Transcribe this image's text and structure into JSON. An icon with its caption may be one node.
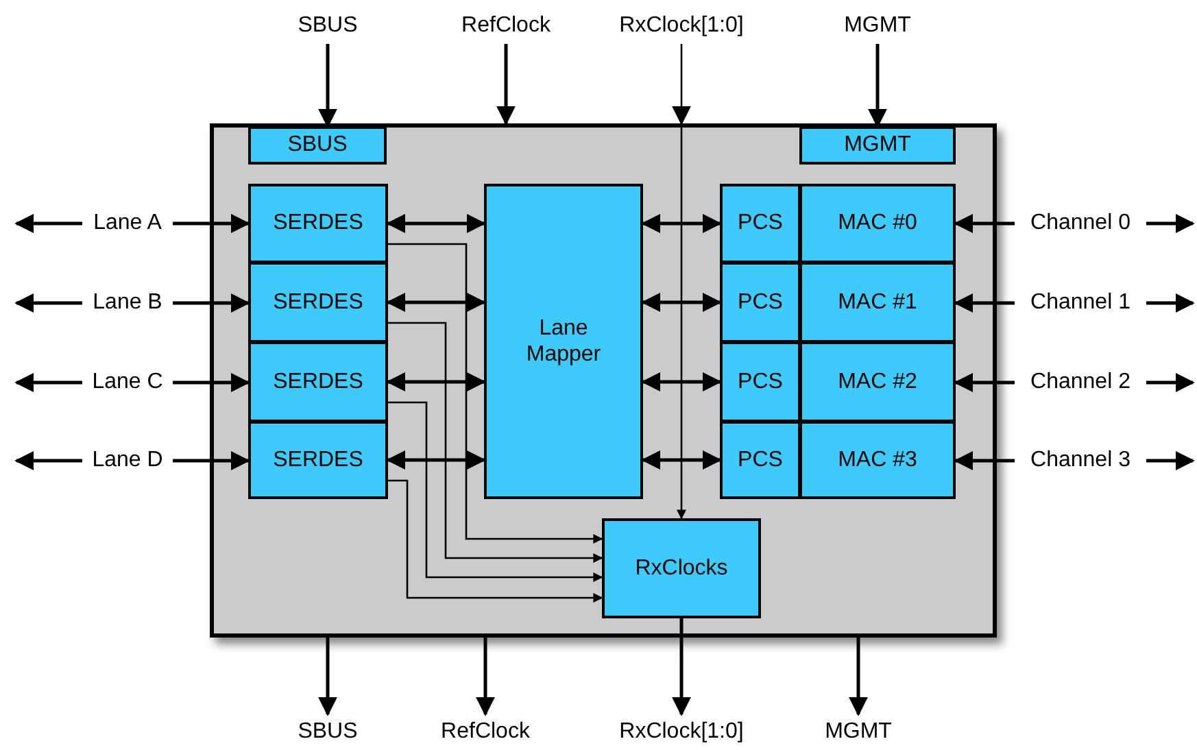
{
  "diagram": {
    "nodes": [
      {
        "text": [],
        "shape": "box"
      },
      {
        "text": [
          "SBUS"
        ],
        "in": 0
      },
      {
        "text": [
          "MGMT"
        ],
        "in": 0
      },
      {
        "text": [
          "SERDES"
        ],
        "in": 0
      },
      {
        "text": [
          "SERDES"
        ],
        "in": 0
      },
      {
        "text": [
          "SERDES"
        ],
        "in": 0
      },
      {
        "text": [
          "SERDES"
        ],
        "in": 0
      },
      {
        "text": [
          "Lane Mapper"
        ],
        "in": 0
      },
      {
        "text": [
          "PCS"
        ],
        "in": 0
      },
      {
        "text": [
          "PCS"
        ],
        "in": 0
      },
      {
        "text": [
          "PCS"
        ],
        "in": 0
      },
      {
        "text": [
          "PCS"
        ],
        "in": 0
      },
      {
        "text": [
          "MAC #0"
        ],
        "in": 0
      },
      {
        "text": [
          "MAC #1"
        ],
        "in": 0
      },
      {
        "text": [
          "MAC #2"
        ],
        "in": 0
      },
      {
        "text": [
          "MAC #3"
        ],
        "in": 0
      },
      {
        "text": [
          "RxClocks"
        ],
        "in": 0
      },
      {
        "text": [
          "SBUS"
        ]
      },
      {
        "text": [
          "RefClock"
        ]
      },
      {
        "text": [
          "RxClock[1:0]"
        ]
      },
      {
        "text": [
          "MGMT"
        ]
      },
      {
        "text": [
          "Lane A"
        ]
      },
      {
        "text": [
          "Lane B"
        ]
      },
      {
        "text": [
          "Lane C"
        ]
      },
      {
        "text": [
          "Lane D"
        ]
      },
      {
        "text": [
          "Channel 0"
        ]
      },
      {
        "text": [
          "Channel 1"
        ]
      },
      {
        "text": [
          "Channel 2"
        ]
      },
      {
        "text": [
          "Channel 3"
        ]
      },
      {
        "text": [
          "SBUS"
        ]
      },
      {
        "text": [
          "RefClock"
        ]
      },
      {
        "text": [
          "RxClock[1:0]"
        ]
      },
      {
        "text": [
          "MGMT"
        ]
      }
    ],
    "edges": [
      {
        "from": 17,
        "to": 1,
        "arrow": "to"
      },
      {
        "from": 18,
        "to": 0,
        "arrow": "to"
      },
      {
        "from": 19,
        "to": 16,
        "arrow": "to"
      },
      {
        "from": 20,
        "to": 2,
        "arrow": "to"
      },
      {
        "from": 21,
        "to": null,
        "arrow": "to"
      },
      {
        "from": 22,
        "to": null,
        "arrow": "to"
      },
      {
        "from": 23,
        "to": null,
        "arrow": "to"
      },
      {
        "from": 24,
        "to": null,
        "arrow": "to"
      },
      {
        "from": 21,
        "to": 3,
        "arrow": "to"
      },
      {
        "from": 22,
        "to": 4,
        "arrow": "to"
      },
      {
        "from": 23,
        "to": 5,
        "arrow": "to"
      },
      {
        "from": 24,
        "to": 6,
        "arrow": "to"
      },
      {
        "from": 3,
        "to": 7,
        "arrow": "both"
      },
      {
        "from": 4,
        "to": 7,
        "arrow": "both"
      },
      {
        "from": 5,
        "to": 7,
        "arrow": "both"
      },
      {
        "from": 6,
        "to": 7,
        "arrow": "both"
      },
      {
        "from": 3,
        "to": 16,
        "arrow": "to"
      },
      {
        "from": 4,
        "to": 16,
        "arrow": "to"
      },
      {
        "from": 5,
        "to": 16,
        "arrow": "to"
      },
      {
        "from": 6,
        "to": 16,
        "arrow": "to"
      },
      {
        "from": 7,
        "to": 8,
        "arrow": "both"
      },
      {
        "from": 7,
        "to": 9,
        "arrow": "both"
      },
      {
        "from": 7,
        "to": 10,
        "arrow": "both"
      },
      {
        "from": 7,
        "to": 11,
        "arrow": "both"
      },
      {
        "from": 25,
        "to": 12,
        "arrow": "to"
      },
      {
        "from": 26,
        "to": 13,
        "arrow": "to"
      },
      {
        "from": 27,
        "to": 14,
        "arrow": "to"
      },
      {
        "from": 28,
        "to": 15,
        "arrow": "to"
      },
      {
        "from": 25,
        "to": null,
        "arrow": "to"
      },
      {
        "from": 26,
        "to": null,
        "arrow": "to"
      },
      {
        "from": 27,
        "to": null,
        "arrow": "to"
      },
      {
        "from": 28,
        "to": null,
        "arrow": "to"
      },
      {
        "from": 0,
        "to": 29,
        "arrow": "to"
      },
      {
        "from": 0,
        "to": 30,
        "arrow": "to"
      },
      {
        "from": 16,
        "to": 31,
        "arrow": "to"
      },
      {
        "from": 0,
        "to": 32,
        "arrow": "to"
      }
    ]
  }
}
